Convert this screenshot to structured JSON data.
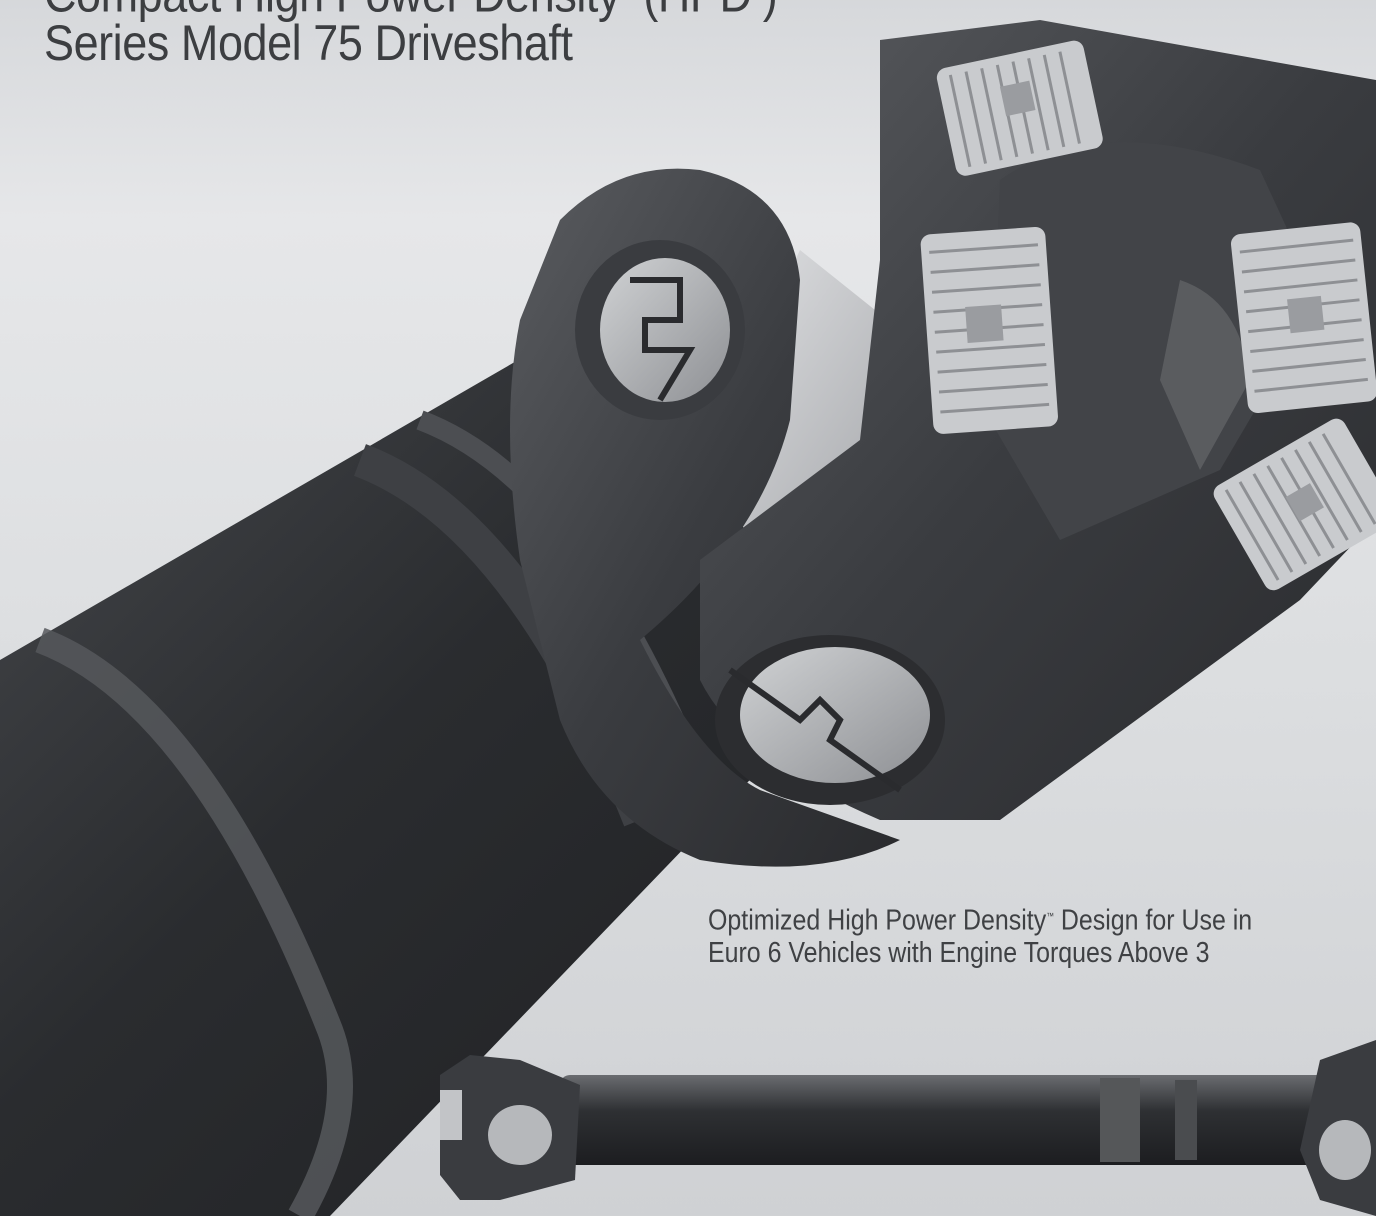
{
  "heading": {
    "line1_pre": "Compact High Power Density",
    "line1_mark": "™",
    "line1_post": " (HPD",
    "line1_mark2": "™",
    "line1_end": ")",
    "line2": "Series Model 75 Driveshaft"
  },
  "tagline": {
    "line1_pre": "Optimized High Power Density",
    "line1_mark": "™",
    "line1_post": " Design for Use in",
    "line2": "Euro 6 Vehicles with Engine Torques Above 3"
  },
  "icons": {
    "hero": "driveshaft-closeup-illustration",
    "thumb": "full-driveshaft-illustration"
  },
  "colors": {
    "background": "#dcdee0",
    "metal_dark": "#2e3033",
    "metal_light": "#b8babd",
    "text": "#3c3e41"
  }
}
